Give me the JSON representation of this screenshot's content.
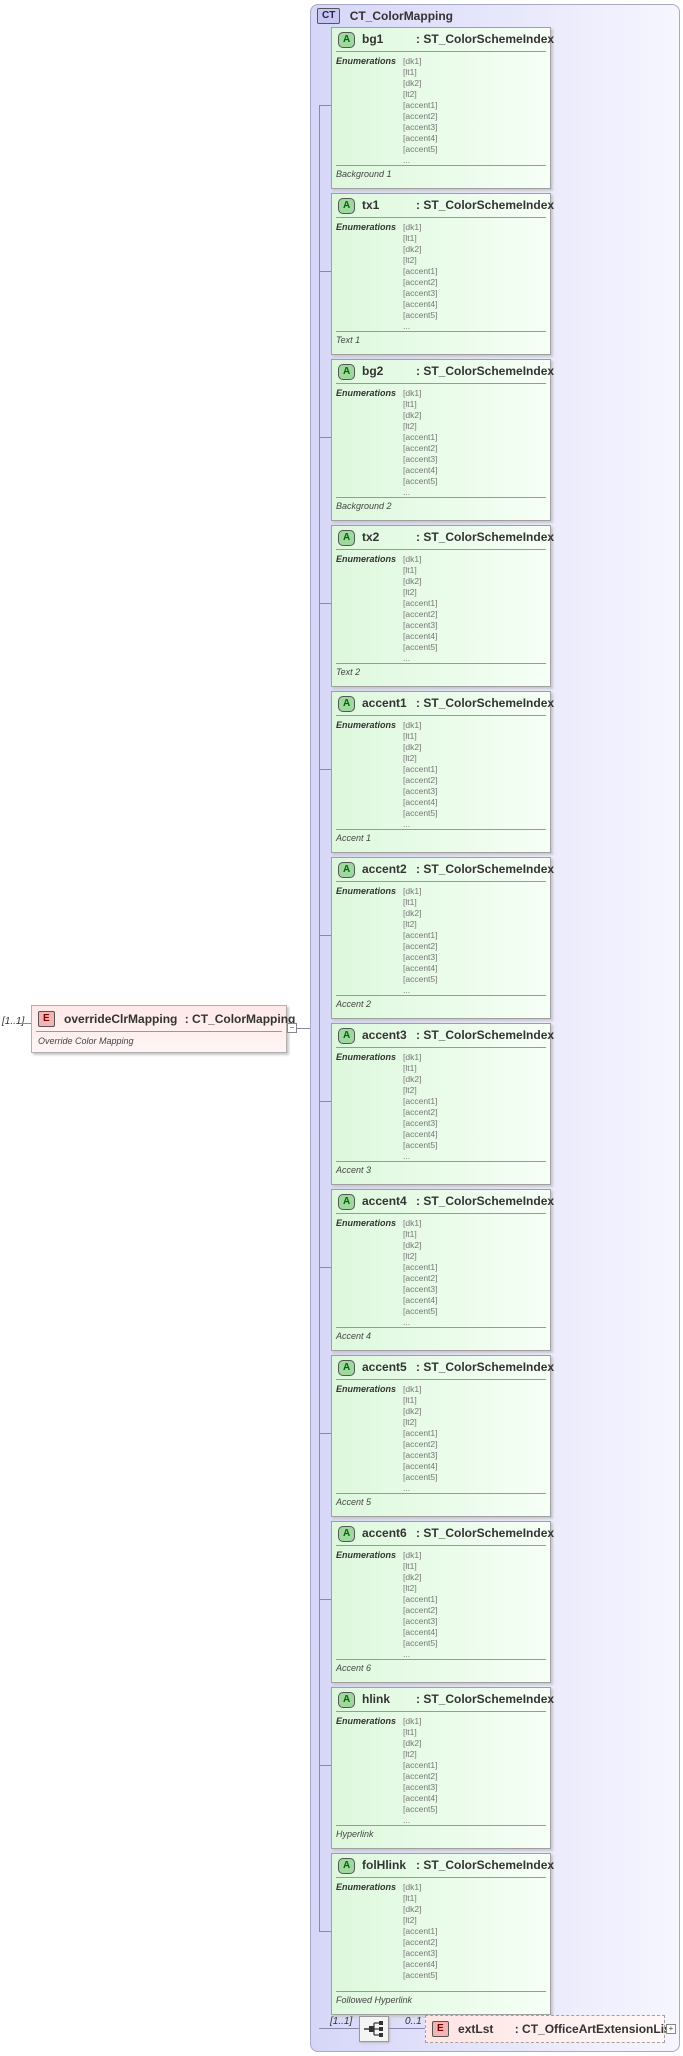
{
  "root": {
    "occurrence": "[1..1]",
    "kind": "E",
    "name": "overrideClrMapping",
    "type": ": CT_ColorMapping",
    "doc": "Override Color Mapping"
  },
  "complex_type": {
    "kind": "CT",
    "name": "CT_ColorMapping"
  },
  "enum_label": "Enumerations",
  "attributes": [
    {
      "name": "bg1",
      "type": ": ST_ColorSchemeIndex",
      "desc": "Background 1",
      "enums": [
        "[dk1]",
        "[lt1]",
        "[dk2]",
        "[lt2]",
        "[accent1]",
        "[accent2]",
        "[accent3]",
        "[accent4]",
        "[accent5]",
        "..."
      ]
    },
    {
      "name": "tx1",
      "type": ": ST_ColorSchemeIndex",
      "desc": "Text 1",
      "enums": [
        "[dk1]",
        "[lt1]",
        "[dk2]",
        "[lt2]",
        "[accent1]",
        "[accent2]",
        "[accent3]",
        "[accent4]",
        "[accent5]",
        "..."
      ]
    },
    {
      "name": "bg2",
      "type": ": ST_ColorSchemeIndex",
      "desc": "Background 2",
      "enums": [
        "[dk1]",
        "[lt1]",
        "[dk2]",
        "[lt2]",
        "[accent1]",
        "[accent2]",
        "[accent3]",
        "[accent4]",
        "[accent5]",
        "..."
      ]
    },
    {
      "name": "tx2",
      "type": ": ST_ColorSchemeIndex",
      "desc": "Text 2",
      "enums": [
        "[dk1]",
        "[lt1]",
        "[dk2]",
        "[lt2]",
        "[accent1]",
        "[accent2]",
        "[accent3]",
        "[accent4]",
        "[accent5]",
        "..."
      ]
    },
    {
      "name": "accent1",
      "type": ": ST_ColorSchemeIndex",
      "desc": "Accent 1",
      "enums": [
        "[dk1]",
        "[lt1]",
        "[dk2]",
        "[lt2]",
        "[accent1]",
        "[accent2]",
        "[accent3]",
        "[accent4]",
        "[accent5]",
        "..."
      ]
    },
    {
      "name": "accent2",
      "type": ": ST_ColorSchemeIndex",
      "desc": "Accent 2",
      "enums": [
        "[dk1]",
        "[lt1]",
        "[dk2]",
        "[lt2]",
        "[accent1]",
        "[accent2]",
        "[accent3]",
        "[accent4]",
        "[accent5]",
        "..."
      ]
    },
    {
      "name": "accent3",
      "type": ": ST_ColorSchemeIndex",
      "desc": "Accent 3",
      "enums": [
        "[dk1]",
        "[lt1]",
        "[dk2]",
        "[lt2]",
        "[accent1]",
        "[accent2]",
        "[accent3]",
        "[accent4]",
        "[accent5]",
        "..."
      ]
    },
    {
      "name": "accent4",
      "type": ": ST_ColorSchemeIndex",
      "desc": "Accent 4",
      "enums": [
        "[dk1]",
        "[lt1]",
        "[dk2]",
        "[lt2]",
        "[accent1]",
        "[accent2]",
        "[accent3]",
        "[accent4]",
        "[accent5]",
        "..."
      ]
    },
    {
      "name": "accent5",
      "type": ": ST_ColorSchemeIndex",
      "desc": "Accent 5",
      "enums": [
        "[dk1]",
        "[lt1]",
        "[dk2]",
        "[lt2]",
        "[accent1]",
        "[accent2]",
        "[accent3]",
        "[accent4]",
        "[accent5]",
        "..."
      ]
    },
    {
      "name": "accent6",
      "type": ": ST_ColorSchemeIndex",
      "desc": "Accent 6",
      "enums": [
        "[dk1]",
        "[lt1]",
        "[dk2]",
        "[lt2]",
        "[accent1]",
        "[accent2]",
        "[accent3]",
        "[accent4]",
        "[accent5]",
        "..."
      ]
    },
    {
      "name": "hlink",
      "type": ": ST_ColorSchemeIndex",
      "desc": "Hyperlink",
      "enums": [
        "[dk1]",
        "[lt1]",
        "[dk2]",
        "[lt2]",
        "[accent1]",
        "[accent2]",
        "[accent3]",
        "[accent4]",
        "[accent5]",
        "..."
      ]
    },
    {
      "name": "folHlink",
      "type": ": ST_ColorSchemeIndex",
      "desc": "Followed Hyperlink",
      "enums": [
        "[dk1]",
        "[lt1]",
        "[dk2]",
        "[lt2]",
        "[accent1]",
        "[accent2]",
        "[accent3]",
        "[accent4]",
        "[accent5]"
      ]
    }
  ],
  "sequence": {
    "occurrence": "[1..1]"
  },
  "ext_element": {
    "occurrence": "0..1",
    "kind": "E",
    "name": "extLst",
    "type": ": CT_OfficeArtExtensionList"
  },
  "icons": {
    "element_badge": "element-badge-icon",
    "attribute_badge": "attribute-badge-icon",
    "complex_type_badge": "complex-type-badge-icon",
    "sequence": "sequence-compositor-icon",
    "expand": "expand-plus-icon"
  },
  "colors": {
    "element_fill": "#ffe8e8",
    "attribute_fill": "#ddf8dd",
    "complex_type_fill": "#d6d6f8",
    "connector": "#8888aa"
  }
}
